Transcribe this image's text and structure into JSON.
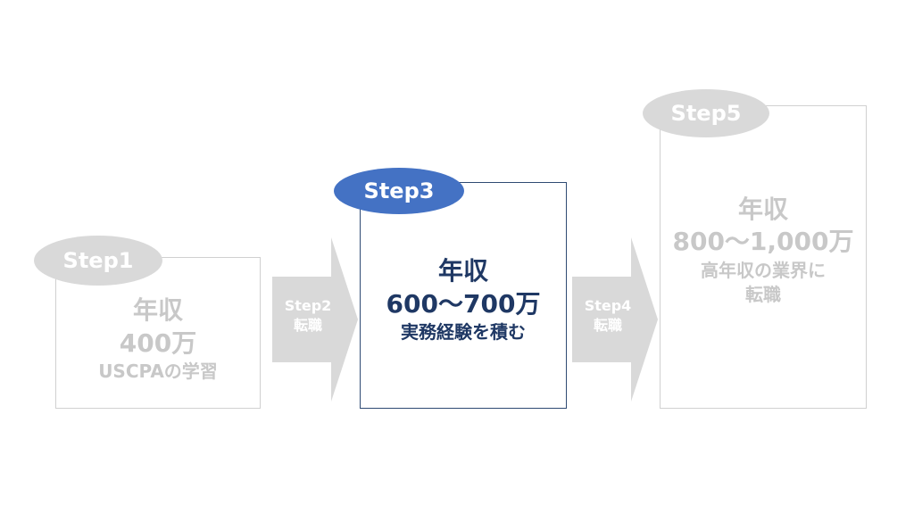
{
  "steps": [
    {
      "pill": "Step1",
      "title": "年収",
      "amount": "400万",
      "desc": "USCPAの学習"
    },
    {
      "pill": "Step3",
      "title": "年収",
      "amount": "600〜700万",
      "desc": "実務経験を積む"
    },
    {
      "pill": "Step5",
      "title": "年収",
      "amount": "800〜1,000万",
      "desc_line1": "高年収の業界に",
      "desc_line2": "転職"
    }
  ],
  "arrows": [
    {
      "step": "Step2",
      "label": "転職"
    },
    {
      "step": "Step4",
      "label": "転職"
    }
  ],
  "colors": {
    "inactive_text": "#c8c8c8",
    "inactive_border": "#d0d0d0",
    "inactive_fill": "#d9d9d9",
    "active_text": "#1f3864",
    "active_pill": "#4472c4"
  }
}
